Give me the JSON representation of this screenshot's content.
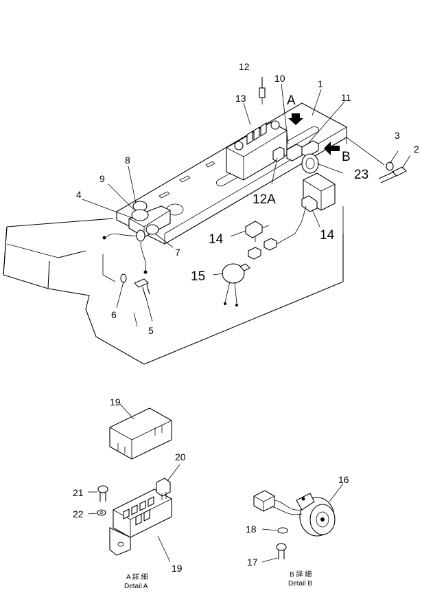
{
  "callouts": {
    "n1": "1",
    "n2": "2",
    "n3": "3",
    "n4": "4",
    "n5": "5",
    "n6": "6",
    "n7": "7",
    "n8": "8",
    "n9": "9",
    "n10": "10",
    "n11": "11",
    "n12": "12",
    "n12a": "12A",
    "n13": "13",
    "n14a": "14",
    "n14b": "14",
    "n15": "15",
    "n16": "16",
    "n17": "17",
    "n18": "18",
    "n19a": "19",
    "n19b": "19",
    "n20": "20",
    "n21": "21",
    "n22": "22",
    "n23": "23"
  },
  "view_arrows": {
    "a": "A",
    "b": "B"
  },
  "detail_a": {
    "jp": "A 詳 細",
    "en": "Detail  A"
  },
  "detail_b": {
    "jp": "B 詳 細",
    "en": "Detail  B"
  }
}
